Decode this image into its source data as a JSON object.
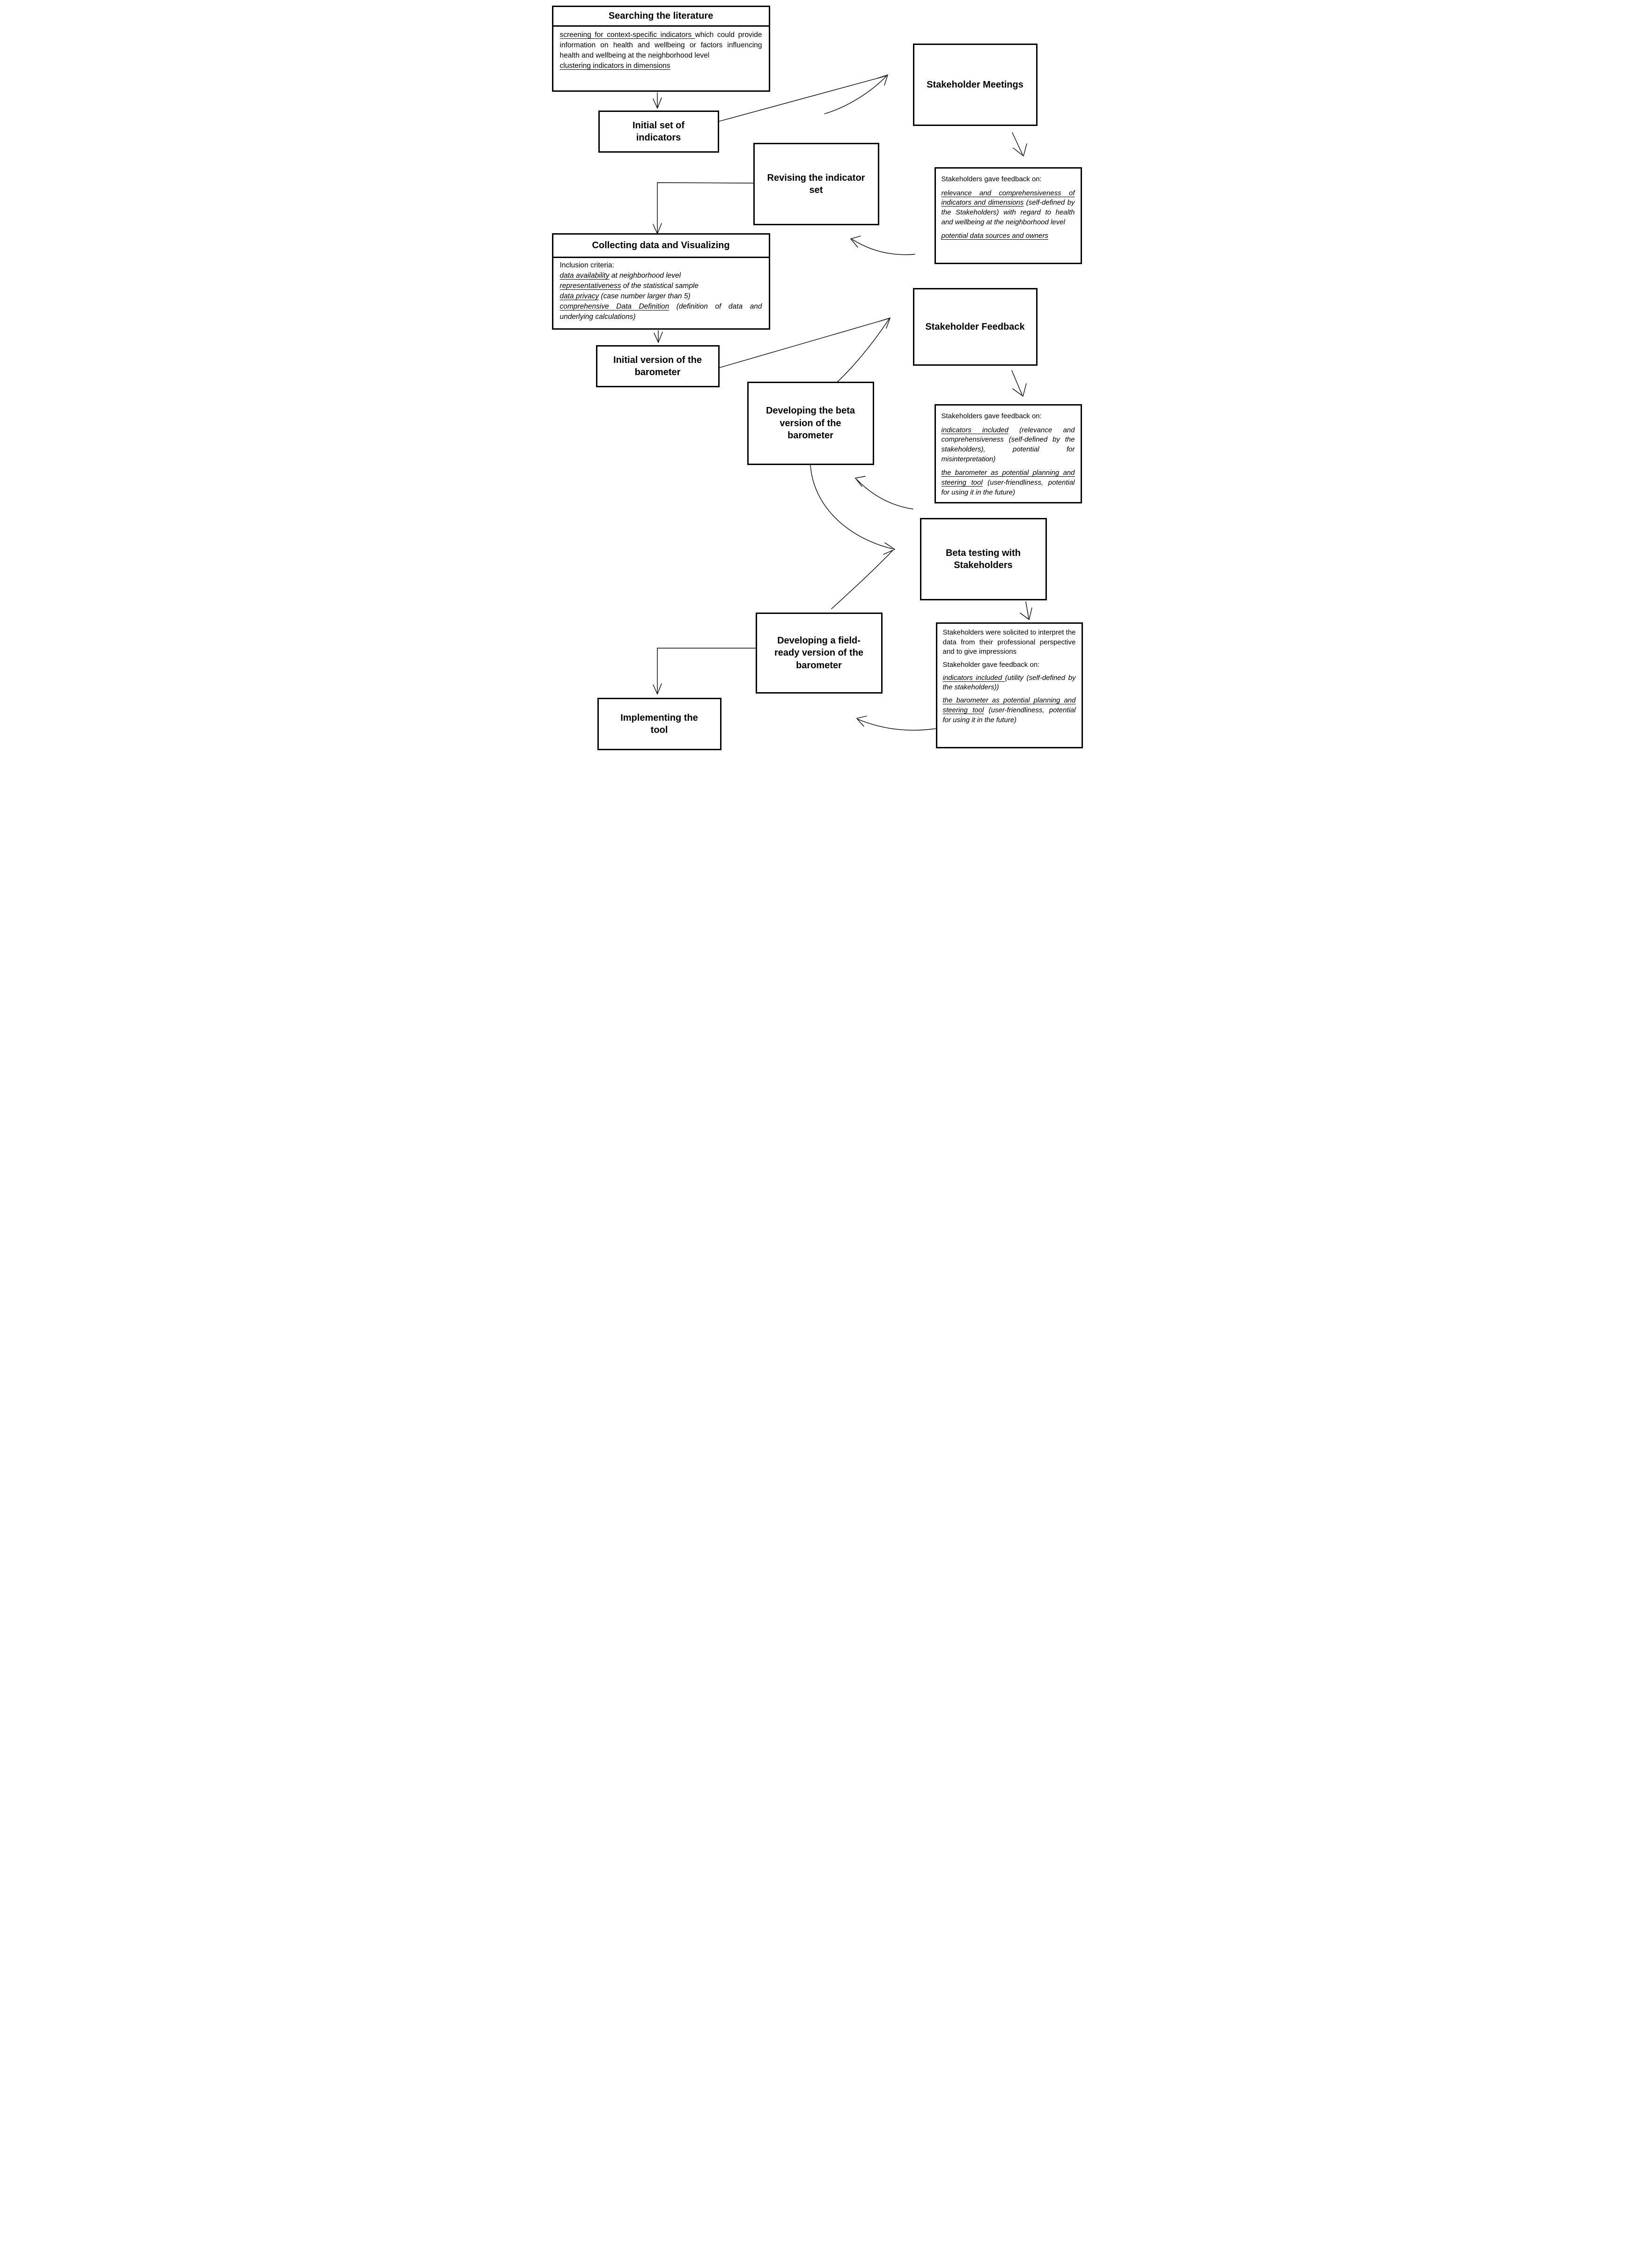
{
  "colors": {
    "line": "#000000",
    "background": "#ffffff"
  },
  "flow": {
    "searching": {
      "title": "Searching the literature",
      "screening_underlined": "screening for context-specific indicators ",
      "screening_rest": "which could provide information on health and wellbeing or factors influencing health and wellbeing at the neighborhood level",
      "clustering_underlined": "clustering indicators in dimensions"
    },
    "initial_set": {
      "title": "Initial set of\nindicators"
    },
    "stakeholder_meetings": {
      "title": "Stakeholder Meetings"
    },
    "revising": {
      "title": "Revising the indicator\nset"
    },
    "feedback_meetings": {
      "intro": "Stakeholders gave feedback on:",
      "item1_underlined": "relevance and comprehensiveness of indicators and dimensions",
      "item1_rest": " (self-defined by the Stakeholders) with regard to health and wellbeing at the neighborhood level",
      "item2_underlined": "potential data sources and owners"
    },
    "collecting": {
      "title": "Collecting data and Visualizing",
      "intro": "Inclusion criteria:",
      "criteria": [
        {
          "underlined": "data availability",
          "rest": " at neighborhood level"
        },
        {
          "underlined": "representativeness",
          "rest": " of the statistical sample"
        },
        {
          "underlined": "data privacy",
          "rest": " (case number larger than 5)"
        },
        {
          "underlined": "comprehensive Data Definition",
          "rest": " (definition of data and underlying calculations)"
        }
      ]
    },
    "initial_version": {
      "title": "Initial version of the\nbarometer"
    },
    "stakeholder_feedback": {
      "title": "Stakeholder Feedback"
    },
    "developing_beta": {
      "title": "Developing the beta\nversion of the\nbarometer"
    },
    "feedback_initial": {
      "intro": "Stakeholders gave feedback on:",
      "item1_underlined": "indicators included",
      "item1_rest": " (relevance and comprehensiveness (self-defined by the stakeholders), potential for misinterpretation)",
      "item2_underlined": "the barometer as potential planning and steering tool",
      "item2_rest": " (user-friendliness, potential for using it in the future)"
    },
    "beta_testing": {
      "title": "Beta testing with\nStakeholders"
    },
    "field_ready": {
      "title": "Developing a field-\nready version of the\nbarometer"
    },
    "feedback_beta": {
      "para1": "Stakeholders were solicited to interpret the data from their professional perspective and to give impressions",
      "intro": "Stakeholder gave feedback on:",
      "item1_underlined": "indicators included ",
      "item1_rest": "(utility (self-defined by the stakeholders))",
      "item2_underlined": "the barometer as potential planning and steering tool",
      "item2_rest": " (user-friendliness, potential for using it in the future)"
    },
    "implementing": {
      "title": "Implementing the\ntool"
    },
    "connections": [
      {
        "from": "searching",
        "to": "initial_set",
        "style": "straight-down"
      },
      {
        "from": "initial_set",
        "to": "stakeholder_meetings",
        "style": "diagonal-with-curve"
      },
      {
        "from": "stakeholder_meetings",
        "to": "feedback_meetings",
        "style": "short-diagonal-down"
      },
      {
        "from": "feedback_meetings",
        "to": "revising",
        "style": "curve-left"
      },
      {
        "from": "revising",
        "to": "collecting",
        "style": "elbow-left-down"
      },
      {
        "from": "collecting",
        "to": "initial_version",
        "style": "straight-down"
      },
      {
        "from": "initial_version",
        "to": "stakeholder_feedback",
        "style": "diagonal-with-curve"
      },
      {
        "from": "stakeholder_feedback",
        "to": "feedback_initial",
        "style": "short-diagonal-down"
      },
      {
        "from": "feedback_initial",
        "to": "developing_beta",
        "style": "curve-left"
      },
      {
        "from": "developing_beta",
        "to": "beta_testing",
        "style": "s-curve-with-tail"
      },
      {
        "from": "beta_testing",
        "to": "feedback_beta",
        "style": "short-diagonal-down"
      },
      {
        "from": "feedback_beta",
        "to": "implementing",
        "style": "curve-left"
      },
      {
        "from": "field_ready",
        "to": "implementing",
        "style": "elbow-left-down"
      }
    ]
  }
}
